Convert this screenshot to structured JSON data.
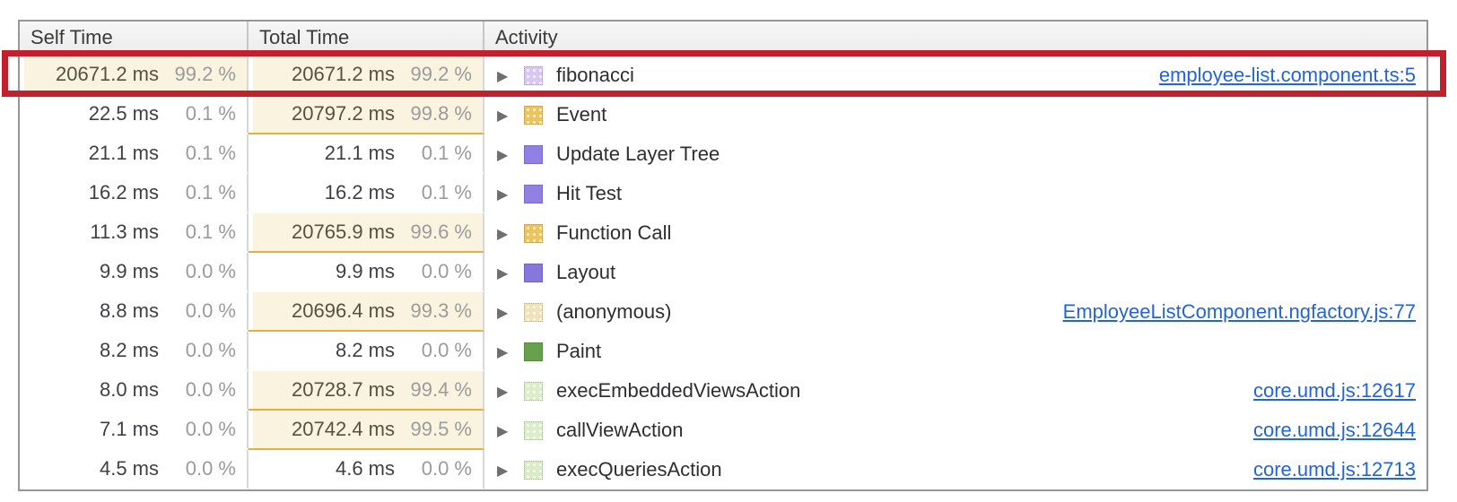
{
  "annotation": {
    "type": "red-highlight-rectangle",
    "color": "#c2202d",
    "highlights_row": "fibonacci"
  },
  "table": {
    "columns": [
      {
        "label": "Self Time"
      },
      {
        "label": "Total Time"
      },
      {
        "label": "Activity"
      }
    ],
    "rows": [
      {
        "self_ms": "20671.2 ms",
        "self_pct": "99.2 %",
        "self_hl": true,
        "total_ms": "20671.2 ms",
        "total_pct": "99.2 %",
        "total_hl": true,
        "activity": "fibonacci",
        "swatch_color": "#d8c7f0",
        "swatch_pattern": true,
        "link": "employee-list.component.ts:5"
      },
      {
        "self_ms": "22.5 ms",
        "self_pct": "0.1 %",
        "self_hl": false,
        "total_ms": "20797.2 ms",
        "total_pct": "99.8 %",
        "total_hl": true,
        "activity": "Event",
        "swatch_color": "#edc35c",
        "swatch_pattern": true,
        "link": ""
      },
      {
        "self_ms": "21.1 ms",
        "self_pct": "0.1 %",
        "self_hl": false,
        "total_ms": "21.1 ms",
        "total_pct": "0.1 %",
        "total_hl": false,
        "activity": "Update Layer Tree",
        "swatch_color": "#9180e4",
        "swatch_pattern": false,
        "link": ""
      },
      {
        "self_ms": "16.2 ms",
        "self_pct": "0.1 %",
        "self_hl": false,
        "total_ms": "16.2 ms",
        "total_pct": "0.1 %",
        "total_hl": false,
        "activity": "Hit Test",
        "swatch_color": "#9180e4",
        "swatch_pattern": false,
        "link": ""
      },
      {
        "self_ms": "11.3 ms",
        "self_pct": "0.1 %",
        "self_hl": false,
        "total_ms": "20765.9 ms",
        "total_pct": "99.6 %",
        "total_hl": true,
        "activity": "Function Call",
        "swatch_color": "#edc35c",
        "swatch_pattern": true,
        "link": ""
      },
      {
        "self_ms": "9.9 ms",
        "self_pct": "0.0 %",
        "self_hl": false,
        "total_ms": "9.9 ms",
        "total_pct": "0.0 %",
        "total_hl": false,
        "activity": "Layout",
        "swatch_color": "#8677dd",
        "swatch_pattern": false,
        "link": ""
      },
      {
        "self_ms": "8.8 ms",
        "self_pct": "0.0 %",
        "self_hl": false,
        "total_ms": "20696.4 ms",
        "total_pct": "99.3 %",
        "total_hl": true,
        "activity": "(anonymous)",
        "swatch_color": "#f0e3bb",
        "swatch_pattern": true,
        "link": "EmployeeListComponent.ngfactory.js:77"
      },
      {
        "self_ms": "8.2 ms",
        "self_pct": "0.0 %",
        "self_hl": false,
        "total_ms": "8.2 ms",
        "total_pct": "0.0 %",
        "total_hl": false,
        "activity": "Paint",
        "swatch_color": "#68a14e",
        "swatch_pattern": false,
        "link": ""
      },
      {
        "self_ms": "8.0 ms",
        "self_pct": "0.0 %",
        "self_hl": false,
        "total_ms": "20728.7 ms",
        "total_pct": "99.4 %",
        "total_hl": true,
        "activity": "execEmbeddedViewsAction",
        "swatch_color": "#dcedca",
        "swatch_pattern": true,
        "link": "core.umd.js:12617"
      },
      {
        "self_ms": "7.1 ms",
        "self_pct": "0.0 %",
        "self_hl": false,
        "total_ms": "20742.4 ms",
        "total_pct": "99.5 %",
        "total_hl": true,
        "activity": "callViewAction",
        "swatch_color": "#dcedca",
        "swatch_pattern": true,
        "link": "core.umd.js:12644"
      },
      {
        "self_ms": "4.5 ms",
        "self_pct": "0.0 %",
        "self_hl": false,
        "total_ms": "4.6 ms",
        "total_pct": "0.0 %",
        "total_hl": false,
        "activity": "execQueriesAction",
        "swatch_color": "#d9ecc5",
        "swatch_pattern": true,
        "link": "core.umd.js:12713"
      }
    ]
  },
  "icons": {
    "disclosure_triangle": "▶"
  }
}
